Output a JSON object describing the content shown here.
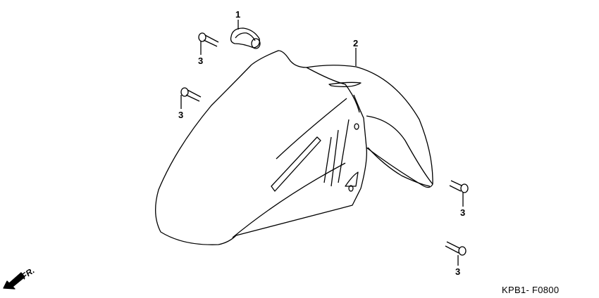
{
  "diagram": {
    "callouts": [
      {
        "ref": "1",
        "part": "clip"
      },
      {
        "ref": "2",
        "part": "front-fender"
      },
      {
        "ref": "3",
        "part": "bolt"
      },
      {
        "ref": "3",
        "part": "bolt"
      },
      {
        "ref": "3",
        "part": "bolt"
      },
      {
        "ref": "3",
        "part": "bolt"
      }
    ],
    "direction_label": "FR.",
    "diagram_code": "KPB1- F0800",
    "line_color": "#000000"
  }
}
